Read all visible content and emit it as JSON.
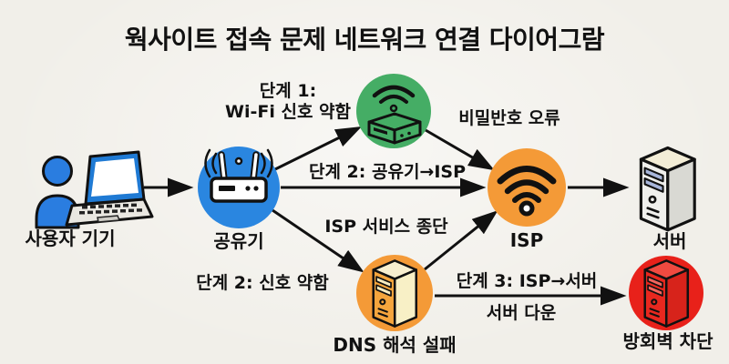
{
  "title": "웍사이트 접속 문제 네트워크 연결 다이어그람",
  "nodes": {
    "user_device": {
      "label": "사용자 기기",
      "icon": "person-laptop-icon"
    },
    "router": {
      "label": "공유기",
      "icon": "wifi-router-icon"
    },
    "modem": {
      "label": "",
      "icon": "modem-wifi-icon"
    },
    "isp": {
      "label": "ISP",
      "icon": "wifi-signal-icon"
    },
    "server": {
      "label": "서버",
      "icon": "server-tower-icon"
    },
    "dns": {
      "label": "DNS 해석 설패",
      "icon": "server-tower-icon"
    },
    "firewall": {
      "label": "방회벽 차단",
      "icon": "server-tower-icon"
    }
  },
  "edges": {
    "step1_line1": "단계 1:",
    "step1_line2": "Wi-Fi 신호 약함",
    "password_error": "비밀반호 오류",
    "step2_router_isp": "단계 2: 공유기→ISP",
    "isp_outage": "ISP 서비스 종단",
    "step2_signal": "단계 2: 신호 약함",
    "step3_isp_server": "단계 3: ISP→서버",
    "server_down": "서버 다운"
  },
  "colors": {
    "background": "#f1efe9",
    "line": "#111111",
    "router_node": "#2a86e0",
    "modem_node": "#45ad65",
    "isp_node": "#f49a37",
    "dns_node": "#f49a37",
    "firewall_node": "#e8211a",
    "person": "#2a7de0",
    "laptop_screen": "#1f7ad4"
  },
  "styles": {
    "server_tower": "--top:#f3edd6;--front:#efefec;--side:#d9d9d3;--slot:#a8b6da",
    "dns_tower": "--top:#f8efcf;--front:#f5a53d;--side:#f8f0c6;--slot:#f8ecc0",
    "firewall_tower": "--top:#f04a40;--front:#e8281f;--side:#d7231b;--slot:#f2665e"
  }
}
